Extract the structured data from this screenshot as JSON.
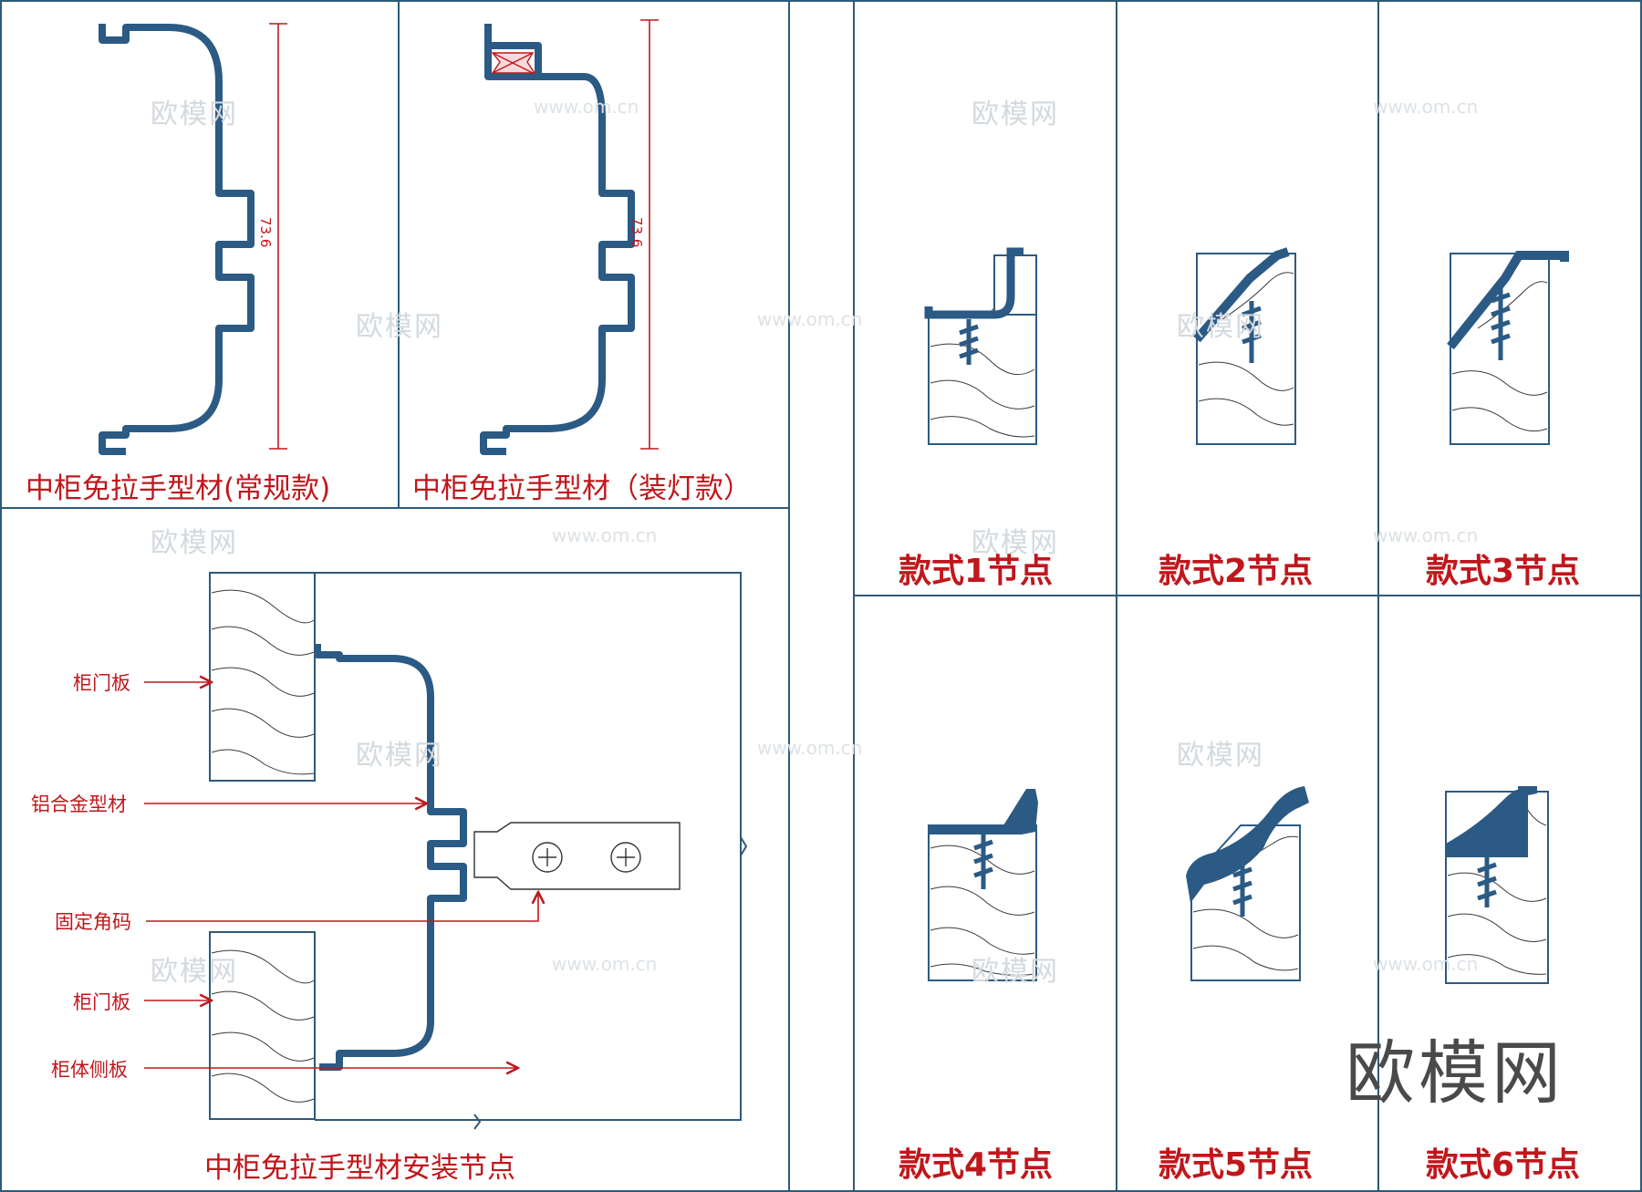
{
  "colors": {
    "profile": "#2b5a84",
    "frame": "#2e5a78",
    "annotation": "#c0171c",
    "wood_line": "#3a3a3a"
  },
  "panels": {
    "regular": {
      "title": "中柜免拉手型材(常规款)",
      "dimension": "73.6"
    },
    "lighted": {
      "title": "中柜免拉手型材（装灯款）",
      "dimension": "73.6"
    },
    "install": {
      "title": "中柜免拉手型材安装节点",
      "callouts": [
        "柜门板",
        "铝合金型材",
        "固定角码",
        "柜门板",
        "柜体侧板"
      ]
    }
  },
  "styles": [
    "款式1节点",
    "款式2节点",
    "款式3节点",
    "款式4节点",
    "款式5节点",
    "款式6节点"
  ],
  "watermark": {
    "name": "欧模网",
    "url": "www.om.cn"
  }
}
